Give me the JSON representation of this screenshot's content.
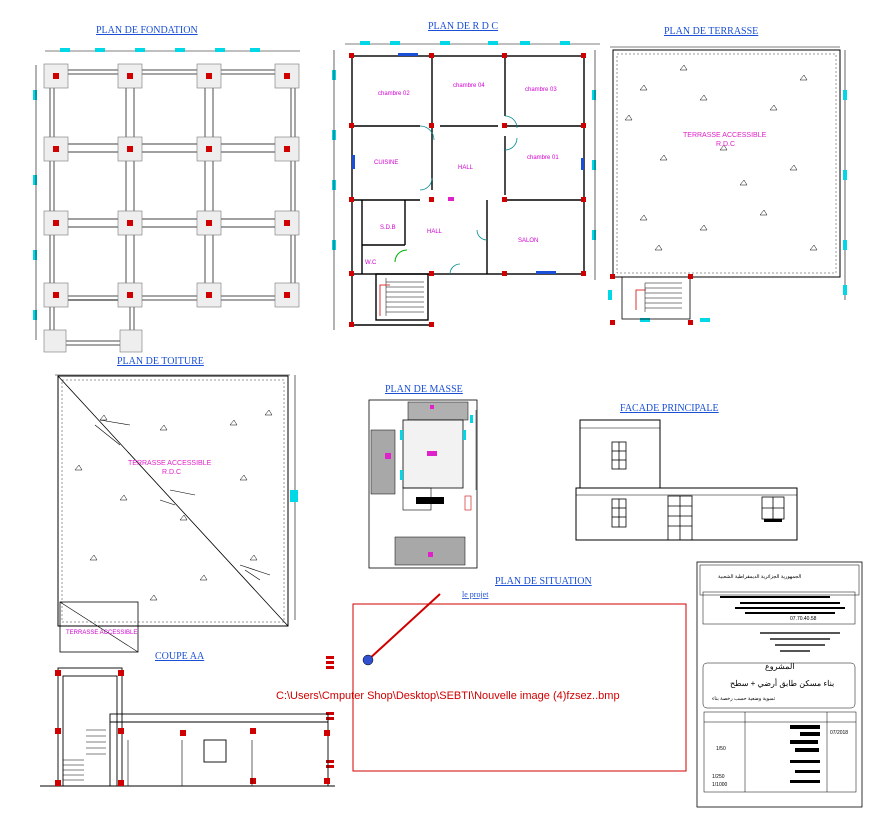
{
  "titles": {
    "fondation": "PLAN DE FONDATION",
    "rdc": "PLAN DE R D C",
    "terrasse": "PLAN DE TERRASSE",
    "toiture": "PLAN DE TOITURE",
    "masse": "PLAN DE MASSE",
    "facade": "FACADE  PRINCIPALE",
    "situation": "PLAN DE SITUATION",
    "coupe": "COUPE AA"
  },
  "rooms": {
    "chambre02": "chambre 02",
    "chambre04": "chambre 04",
    "chambre03": "chambre 03",
    "cuisine": "CUISINE",
    "hall1": "HALL",
    "chambre01": "chambre 01",
    "sdb": "S.D.B",
    "hall2": "HALL",
    "salon": "SALON",
    "wc": "W.C"
  },
  "terrasse_label": [
    "TERRASSE ACCESSIBLE",
    "R.D.C"
  ],
  "toiture_label": [
    "TERRASSE ACCESSIBLE",
    "R.D.C"
  ],
  "situation": {
    "projet_label": "le projet",
    "image_path": "C:\\Users\\Cmputer Shop\\Desktop\\SEBTI\\Nouvelle image (4)fzsez..bmp"
  },
  "cartouche": {
    "header": "الجمهورية الجزائرية الديمقراطية الشعبية",
    "projet_title": "المشروع",
    "projet_line1": "بناء مسكن طابق أرضي + سطح",
    "projet_line2": "تسوية وضعية حسب رخصة بناء",
    "scale1": "1/50",
    "scale2": "1/250",
    "scale3": "1/1000",
    "date": "07/2018",
    "phone": "07.70.40.58"
  },
  "colors": {
    "line": "#000000",
    "cyan": "#00d8e8",
    "pink": "#e020c8",
    "red": "#d00000",
    "blue": "#1a4fd6"
  }
}
